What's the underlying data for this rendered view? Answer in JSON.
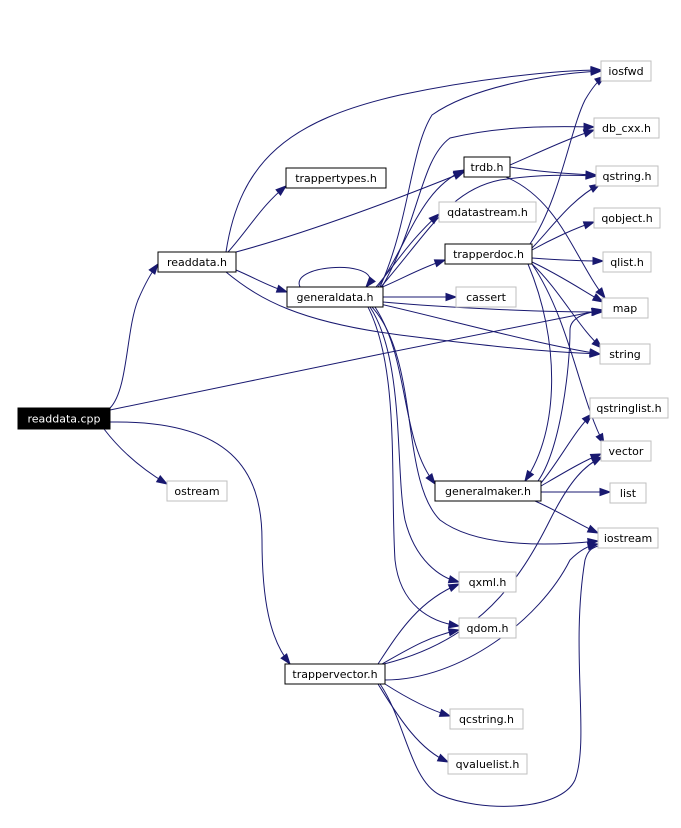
{
  "colors": {
    "edge": "#191970",
    "documented_border": "#000000",
    "external_border": "#bfbfbf",
    "root_fill": "#000000",
    "root_text": "#ffffff"
  },
  "nodes": [
    {
      "id": "readdata_cpp",
      "label": "readdata.cpp",
      "kind": "root"
    },
    {
      "id": "readdata_h",
      "label": "readdata.h",
      "kind": "doc"
    },
    {
      "id": "trappertypes_h",
      "label": "trappertypes.h",
      "kind": "doc"
    },
    {
      "id": "generaldata_h",
      "label": "generaldata.h",
      "kind": "doc"
    },
    {
      "id": "trdb_h",
      "label": "trdb.h",
      "kind": "doc"
    },
    {
      "id": "trapperdoc_h",
      "label": "trapperdoc.h",
      "kind": "doc"
    },
    {
      "id": "generalmaker_h",
      "label": "generalmaker.h",
      "kind": "doc"
    },
    {
      "id": "trappervector_h",
      "label": "trappervector.h",
      "kind": "doc"
    },
    {
      "id": "iosfwd",
      "label": "iosfwd",
      "kind": "ext"
    },
    {
      "id": "db_cxx_h",
      "label": "db_cxx.h",
      "kind": "ext"
    },
    {
      "id": "qstring_h",
      "label": "qstring.h",
      "kind": "ext"
    },
    {
      "id": "qdatastream_h",
      "label": "qdatastream.h",
      "kind": "ext"
    },
    {
      "id": "qobject_h",
      "label": "qobject.h",
      "kind": "ext"
    },
    {
      "id": "qlist_h",
      "label": "qlist.h",
      "kind": "ext"
    },
    {
      "id": "cassert",
      "label": "cassert",
      "kind": "ext"
    },
    {
      "id": "map",
      "label": "map",
      "kind": "ext"
    },
    {
      "id": "string",
      "label": "string",
      "kind": "ext"
    },
    {
      "id": "qstringlist_h",
      "label": "qstringlist.h",
      "kind": "ext"
    },
    {
      "id": "vector",
      "label": "vector",
      "kind": "ext"
    },
    {
      "id": "ostream",
      "label": "ostream",
      "kind": "ext"
    },
    {
      "id": "list",
      "label": "list",
      "kind": "ext"
    },
    {
      "id": "iostream",
      "label": "iostream",
      "kind": "ext"
    },
    {
      "id": "qxml_h",
      "label": "qxml.h",
      "kind": "ext"
    },
    {
      "id": "qdom_h",
      "label": "qdom.h",
      "kind": "ext"
    },
    {
      "id": "qcstring_h",
      "label": "qcstring.h",
      "kind": "ext"
    },
    {
      "id": "qvaluelist_h",
      "label": "qvaluelist.h",
      "kind": "ext"
    }
  ],
  "edges": [
    [
      "readdata_cpp",
      "readdata_h"
    ],
    [
      "readdata_cpp",
      "map"
    ],
    [
      "readdata_cpp",
      "ostream"
    ],
    [
      "readdata_cpp",
      "trappervector_h"
    ],
    [
      "readdata_h",
      "iosfwd"
    ],
    [
      "readdata_h",
      "trappertypes_h"
    ],
    [
      "readdata_h",
      "trdb_h"
    ],
    [
      "readdata_h",
      "generaldata_h"
    ],
    [
      "readdata_h",
      "string"
    ],
    [
      "generaldata_h",
      "generaldata_h"
    ],
    [
      "generaldata_h",
      "iosfwd"
    ],
    [
      "generaldata_h",
      "db_cxx_h"
    ],
    [
      "generaldata_h",
      "qstring_h"
    ],
    [
      "generaldata_h",
      "trdb_h"
    ],
    [
      "generaldata_h",
      "qdatastream_h"
    ],
    [
      "generaldata_h",
      "trapperdoc_h"
    ],
    [
      "generaldata_h",
      "cassert"
    ],
    [
      "generaldata_h",
      "map"
    ],
    [
      "generaldata_h",
      "string"
    ],
    [
      "generaldata_h",
      "generalmaker_h"
    ],
    [
      "generaldata_h",
      "iostream"
    ],
    [
      "generaldata_h",
      "qxml_h"
    ],
    [
      "generaldata_h",
      "qdom_h"
    ],
    [
      "trdb_h",
      "db_cxx_h"
    ],
    [
      "trdb_h",
      "qstring_h"
    ],
    [
      "trdb_h",
      "map"
    ],
    [
      "trapperdoc_h",
      "iosfwd"
    ],
    [
      "trapperdoc_h",
      "qstring_h"
    ],
    [
      "trapperdoc_h",
      "qobject_h"
    ],
    [
      "trapperdoc_h",
      "qlist_h"
    ],
    [
      "trapperdoc_h",
      "map"
    ],
    [
      "trapperdoc_h",
      "string"
    ],
    [
      "trapperdoc_h",
      "vector"
    ],
    [
      "trapperdoc_h",
      "generalmaker_h"
    ],
    [
      "generalmaker_h",
      "map"
    ],
    [
      "generalmaker_h",
      "qstringlist_h"
    ],
    [
      "generalmaker_h",
      "vector"
    ],
    [
      "generalmaker_h",
      "list"
    ],
    [
      "generalmaker_h",
      "iostream"
    ],
    [
      "trappervector_h",
      "qxml_h"
    ],
    [
      "trappervector_h",
      "qdom_h"
    ],
    [
      "trappervector_h",
      "vector"
    ],
    [
      "trappervector_h",
      "iostream"
    ],
    [
      "trappervector_h",
      "qcstring_h"
    ],
    [
      "trappervector_h",
      "qvaluelist_h"
    ]
  ]
}
